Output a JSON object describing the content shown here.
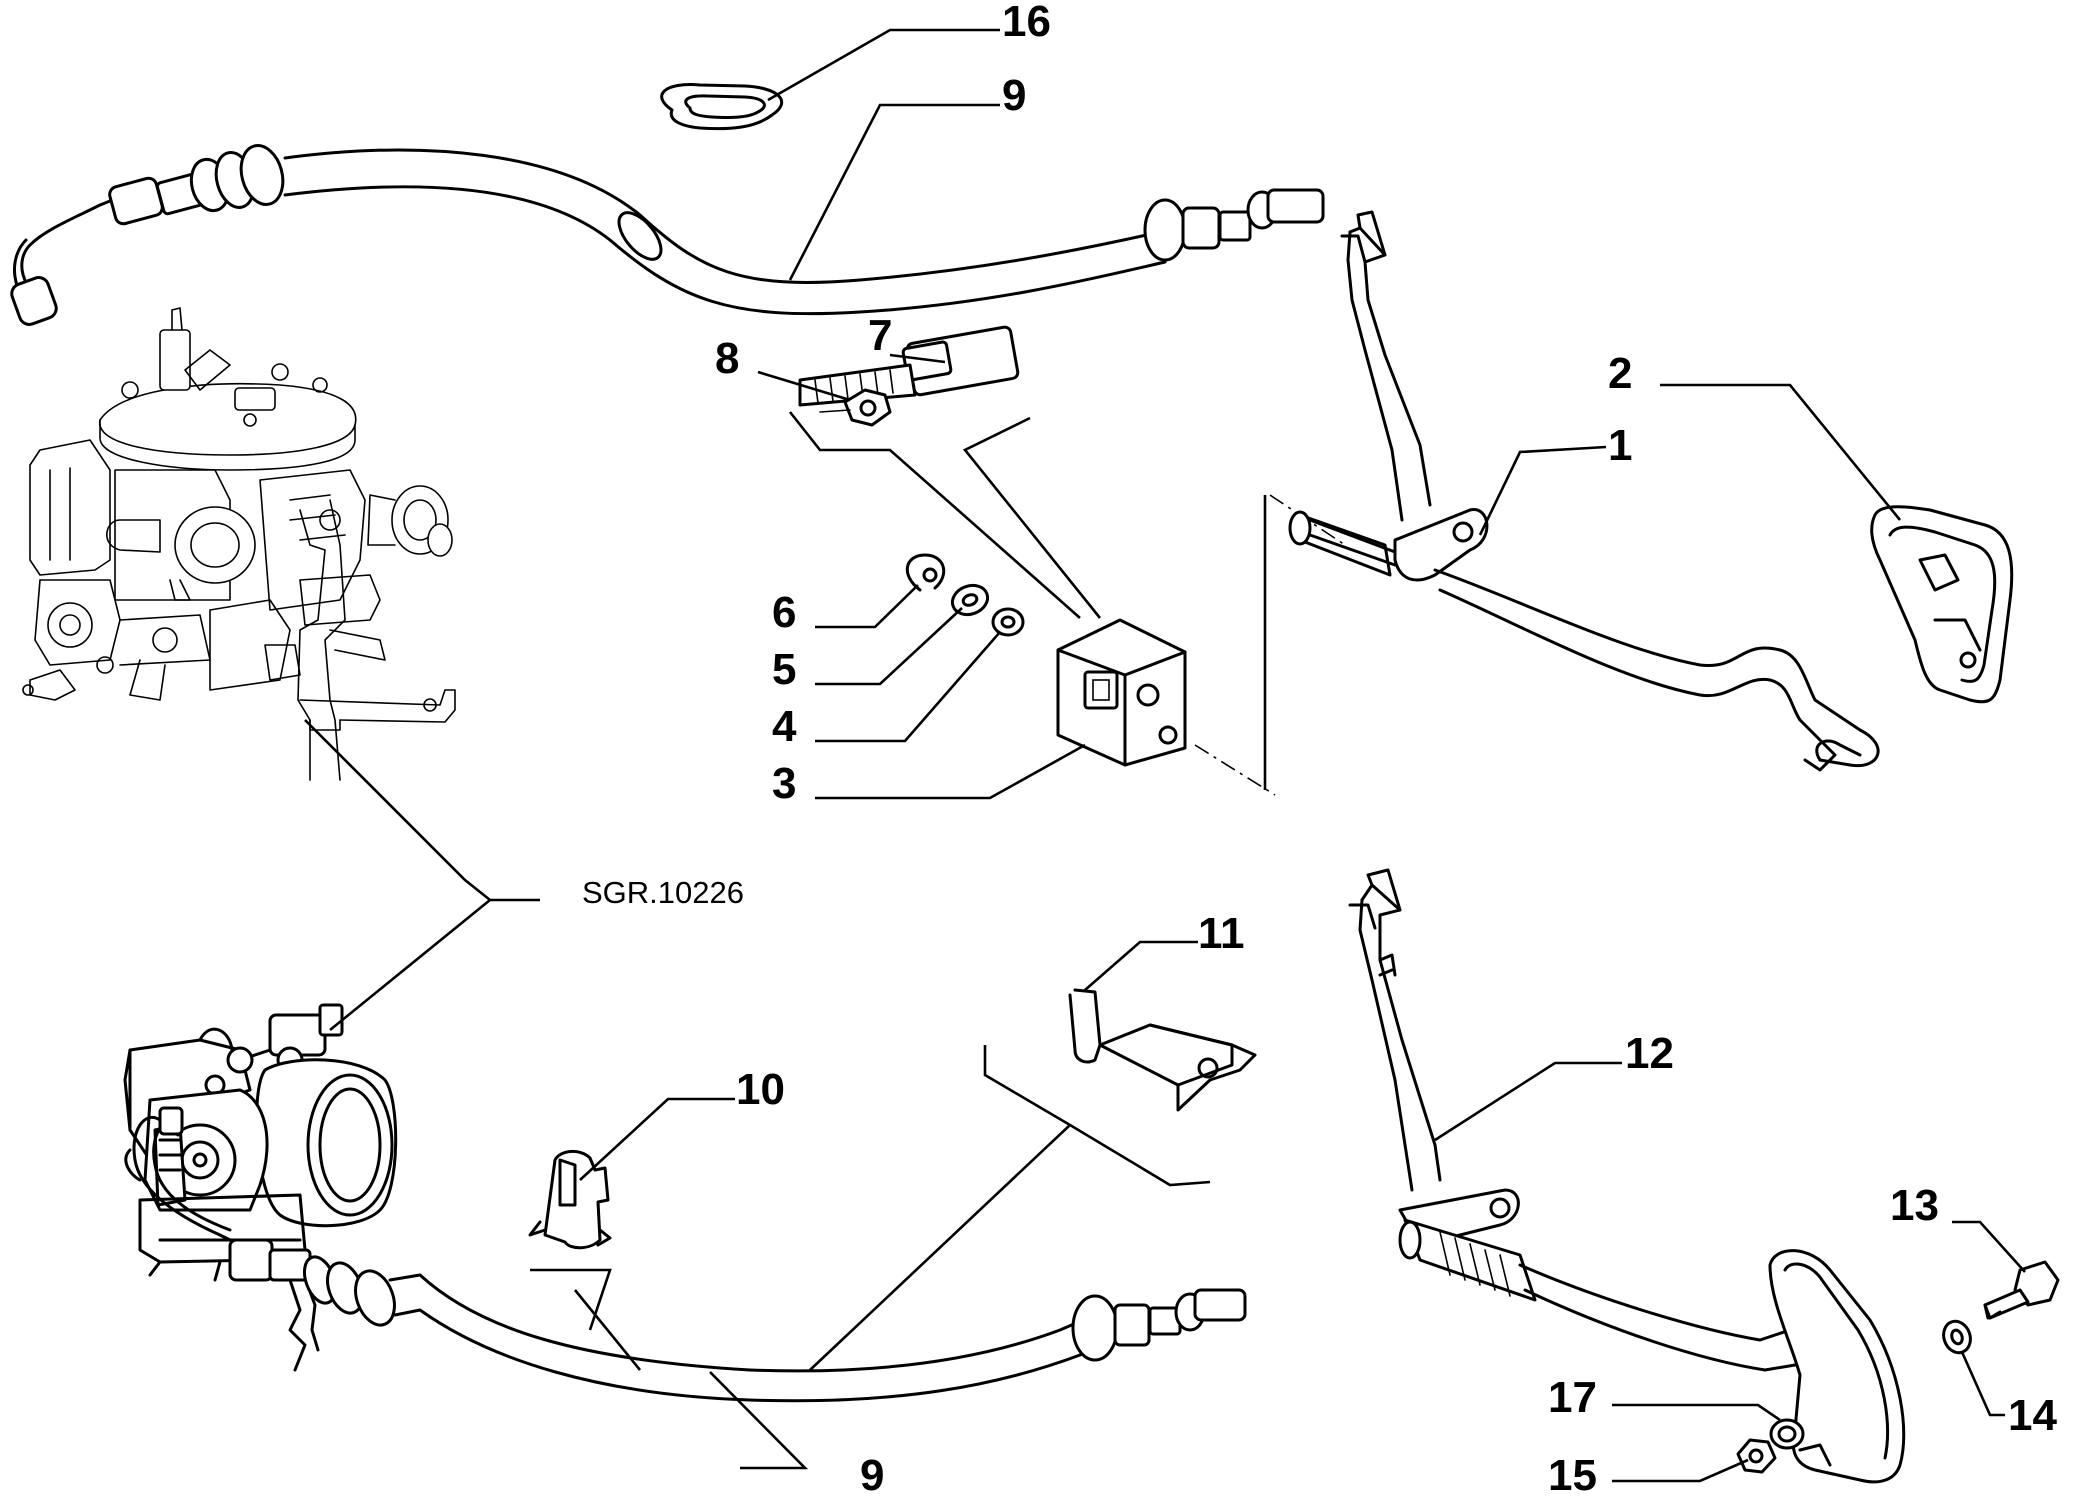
{
  "diagram": {
    "reference_code": "SGR.10226",
    "callouts": [
      {
        "id": "c1",
        "label": "1"
      },
      {
        "id": "c2",
        "label": "2"
      },
      {
        "id": "c3",
        "label": "3"
      },
      {
        "id": "c4",
        "label": "4"
      },
      {
        "id": "c5",
        "label": "5"
      },
      {
        "id": "c6",
        "label": "6"
      },
      {
        "id": "c7",
        "label": "7"
      },
      {
        "id": "c8",
        "label": "8"
      },
      {
        "id": "c9a",
        "label": "9"
      },
      {
        "id": "c9b",
        "label": "9"
      },
      {
        "id": "c10",
        "label": "10"
      },
      {
        "id": "c11",
        "label": "11"
      },
      {
        "id": "c12",
        "label": "12"
      },
      {
        "id": "c13",
        "label": "13"
      },
      {
        "id": "c14",
        "label": "14"
      },
      {
        "id": "c15",
        "label": "15"
      },
      {
        "id": "c16",
        "label": "16"
      },
      {
        "id": "c17",
        "label": "17"
      }
    ]
  }
}
